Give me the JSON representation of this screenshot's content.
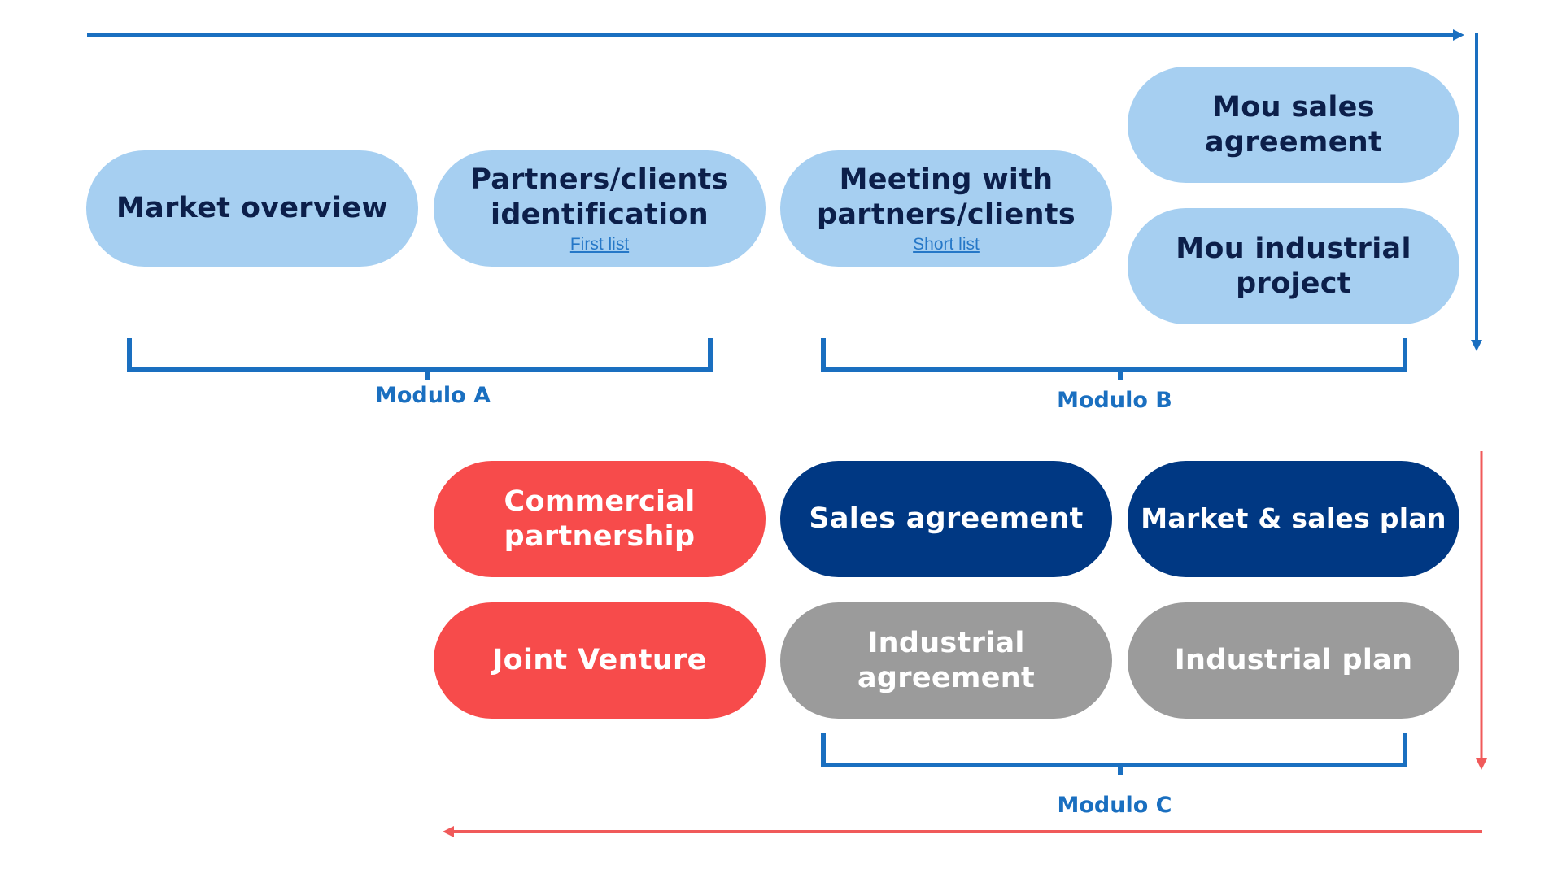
{
  "colors": {
    "light_pill": "#a6cff1",
    "light_text": "#0c1f4a",
    "link": "#2577c7",
    "red_pill": "#f74b4b",
    "navy_pill": "#003883",
    "grey_pill": "#9b9b9b",
    "blue_line": "#1a6fc0",
    "red_line": "#f05a5a"
  },
  "nodes": {
    "market_overview": {
      "title": "Market overview"
    },
    "partners_identification": {
      "title": "Partners/clients identification",
      "sub": "First list"
    },
    "meeting_partners": {
      "title": "Meeting with partners/clients",
      "sub": "Short list"
    },
    "mou_sales": {
      "title": "Mou sales agreement"
    },
    "mou_industrial": {
      "title": "Mou industrial project"
    },
    "commercial_partnership": {
      "title": "Commercial partnership"
    },
    "sales_agreement": {
      "title": "Sales agreement"
    },
    "market_sales_plan": {
      "title": "Market & sales plan"
    },
    "joint_venture": {
      "title": "Joint Venture"
    },
    "industrial_agreement": {
      "title": "Industrial agreement"
    },
    "industrial_plan": {
      "title": "Industrial plan"
    }
  },
  "modules": {
    "a": "Modulo A",
    "b": "Modulo B",
    "c": "Modulo C"
  }
}
